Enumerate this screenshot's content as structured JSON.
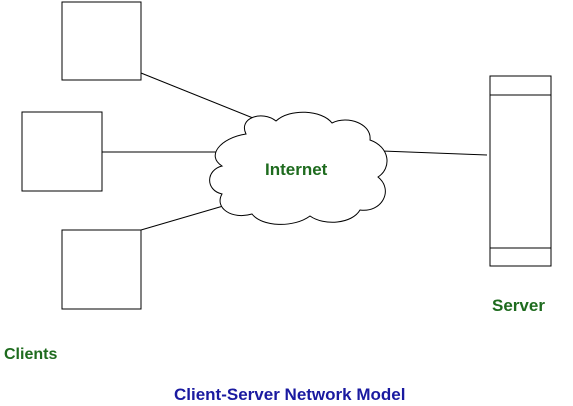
{
  "labels": {
    "internet": "Internet",
    "server": "Server",
    "clients": "Clients",
    "title": "Client-Server Network Model"
  },
  "colors": {
    "node_label": "#1e6b1e",
    "title": "#1a1aa0",
    "stroke": "#000000",
    "fill": "#ffffff"
  }
}
